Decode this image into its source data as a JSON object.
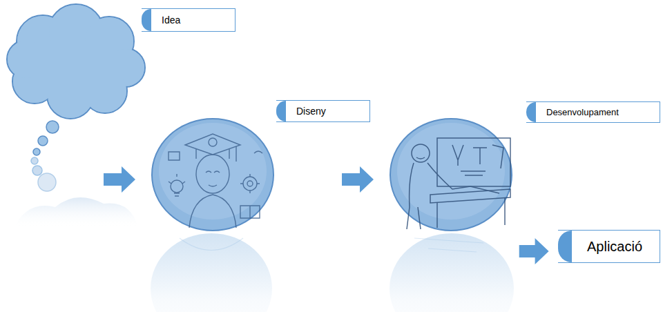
{
  "diagram": {
    "nodes": [
      {
        "text": [
          "Idea"
        ]
      },
      {
        "text": [
          "Diseny"
        ]
      },
      {
        "text": [
          "Desenvolupament"
        ]
      },
      {
        "text": [
          "Aplicació"
        ]
      }
    ],
    "edges": [
      {
        "from": 0,
        "to": 1,
        "arrow": "to"
      },
      {
        "from": 1,
        "to": 2,
        "arrow": "to"
      },
      {
        "from": 2,
        "to": 3,
        "arrow": "to"
      }
    ]
  }
}
